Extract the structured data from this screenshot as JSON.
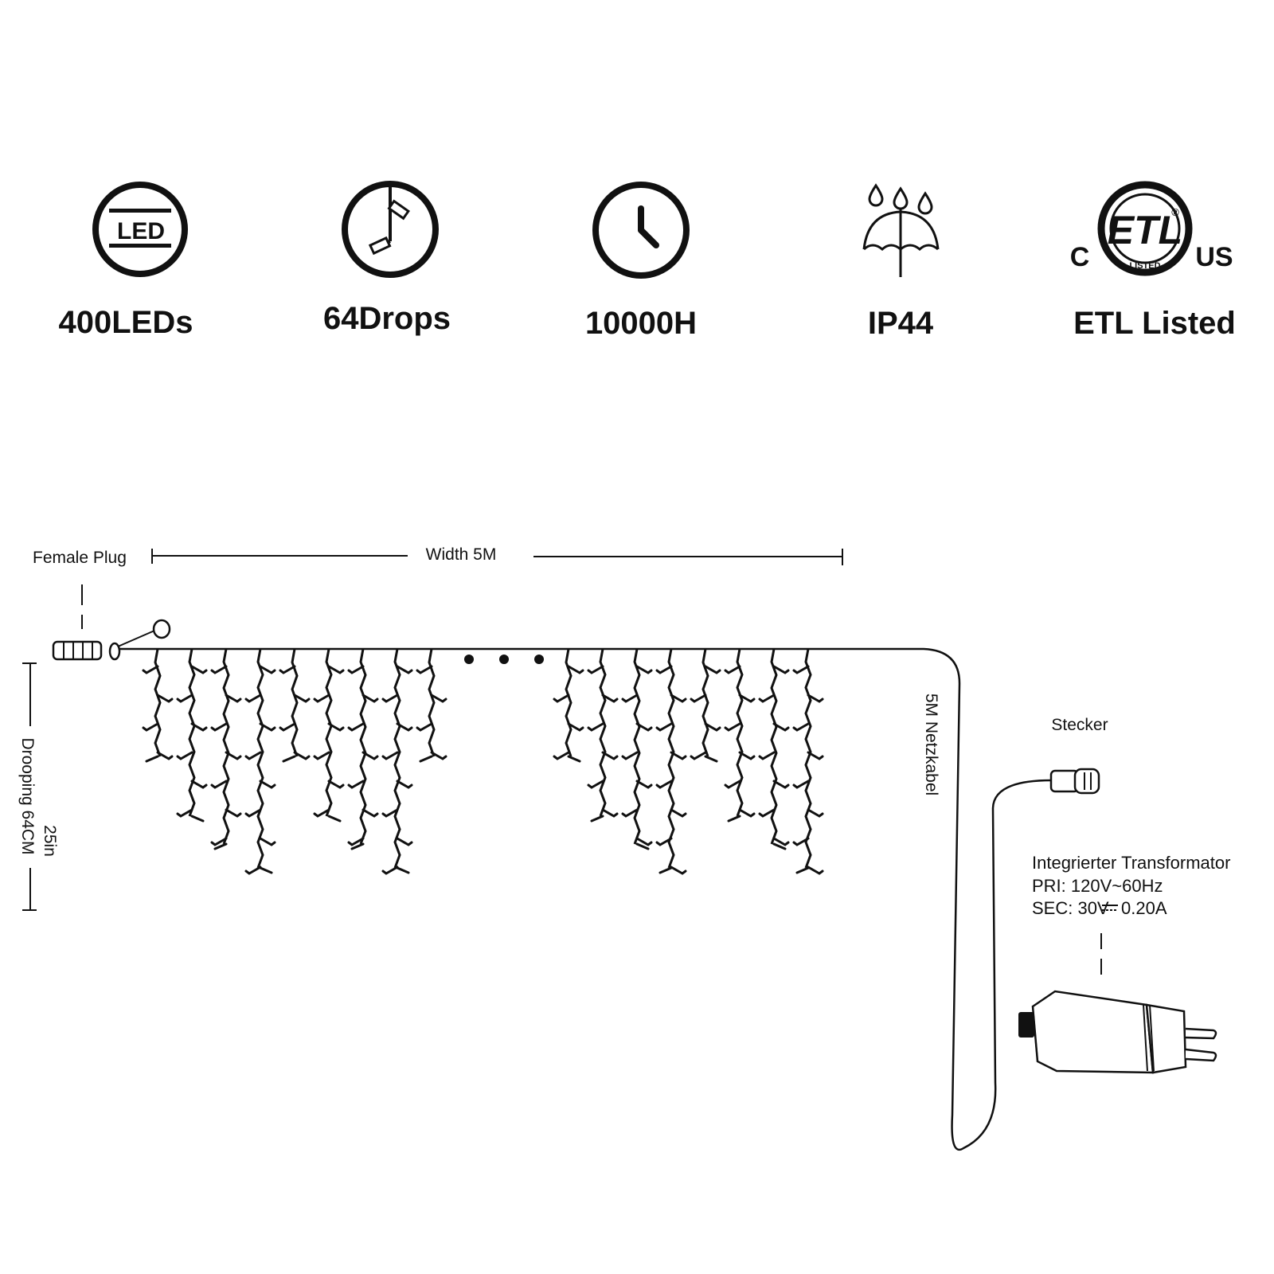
{
  "features": {
    "led": {
      "icon": "led-icon",
      "icon_text": "LED",
      "label": "400LEDs"
    },
    "drops": {
      "icon": "drops-icon",
      "label": "64Drops"
    },
    "hours": {
      "icon": "clock-icon",
      "label": "10000H"
    },
    "ip": {
      "icon": "umbrella-rain-icon",
      "label": "IP44"
    },
    "etl": {
      "icon": "etl-logo",
      "label": "ETL Listed",
      "logo_c": "C",
      "logo_etl": "ETL",
      "logo_us": "US",
      "logo_listed": "LISTED",
      "logo_reg": "®"
    }
  },
  "diagram": {
    "female_plug": "Female Plug",
    "width": "Width 5M",
    "drooping": "Drooping 64CM",
    "drooping_in": "25in",
    "cable": "5M Netzkabel",
    "plug": "Stecker",
    "transformer": {
      "title": "Integrierter Transformator",
      "pri": "PRI: 120V~60Hz",
      "sec_prefix": "SEC: 30V",
      "sec_suffix": "0.20A"
    }
  },
  "colors": {
    "ink": "#111111",
    "background": "#ffffff"
  }
}
